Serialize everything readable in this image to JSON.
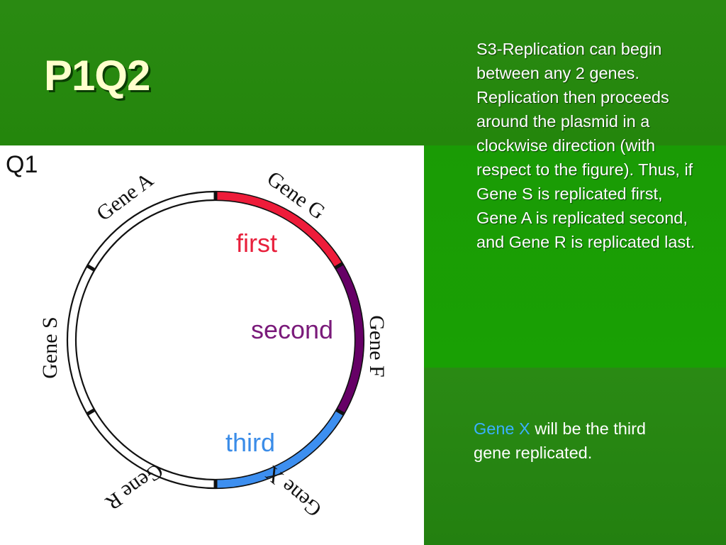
{
  "slide": {
    "title": "P1Q2",
    "explanation": "S3-Replication can begin between any 2 genes. Replication then proceeds around the plasmid in a clockwise direction (with respect to the figure). Thus, if Gene S is replicated first, Gene A is replicated second, and Gene R is replicated last.",
    "answer": {
      "highlight": "Gene X",
      "rest": " will be the third gene replicated."
    }
  },
  "figure": {
    "label": "Q1",
    "genes": {
      "a": "Gene A",
      "g": "Gene G",
      "f": "Gene F",
      "x": "Gene X",
      "r": "Gene R",
      "s": "Gene S"
    },
    "order_labels": {
      "first": "first",
      "second": "second",
      "third": "third"
    },
    "colors": {
      "first": "#ee1c3a",
      "second": "#660066",
      "third": "#3d8ff0",
      "first_text": "#e8203c",
      "second_text": "#7a1a7a",
      "third_text": "#3a8ce8"
    }
  }
}
